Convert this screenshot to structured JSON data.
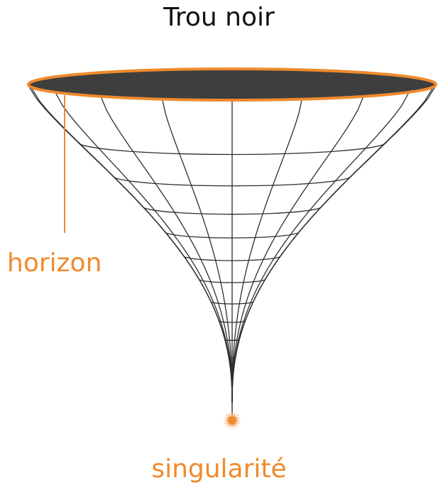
{
  "diagram": {
    "title": "Trou noir",
    "labels": {
      "horizon": "horizon",
      "singularity": "singularité"
    },
    "colors": {
      "accent": "#f08a2c",
      "mouth_fill": "#3e3e3e",
      "grid_line": "#2e2e2e",
      "text": "#111111"
    },
    "icons": {
      "singularity": "starburst-icon"
    }
  }
}
